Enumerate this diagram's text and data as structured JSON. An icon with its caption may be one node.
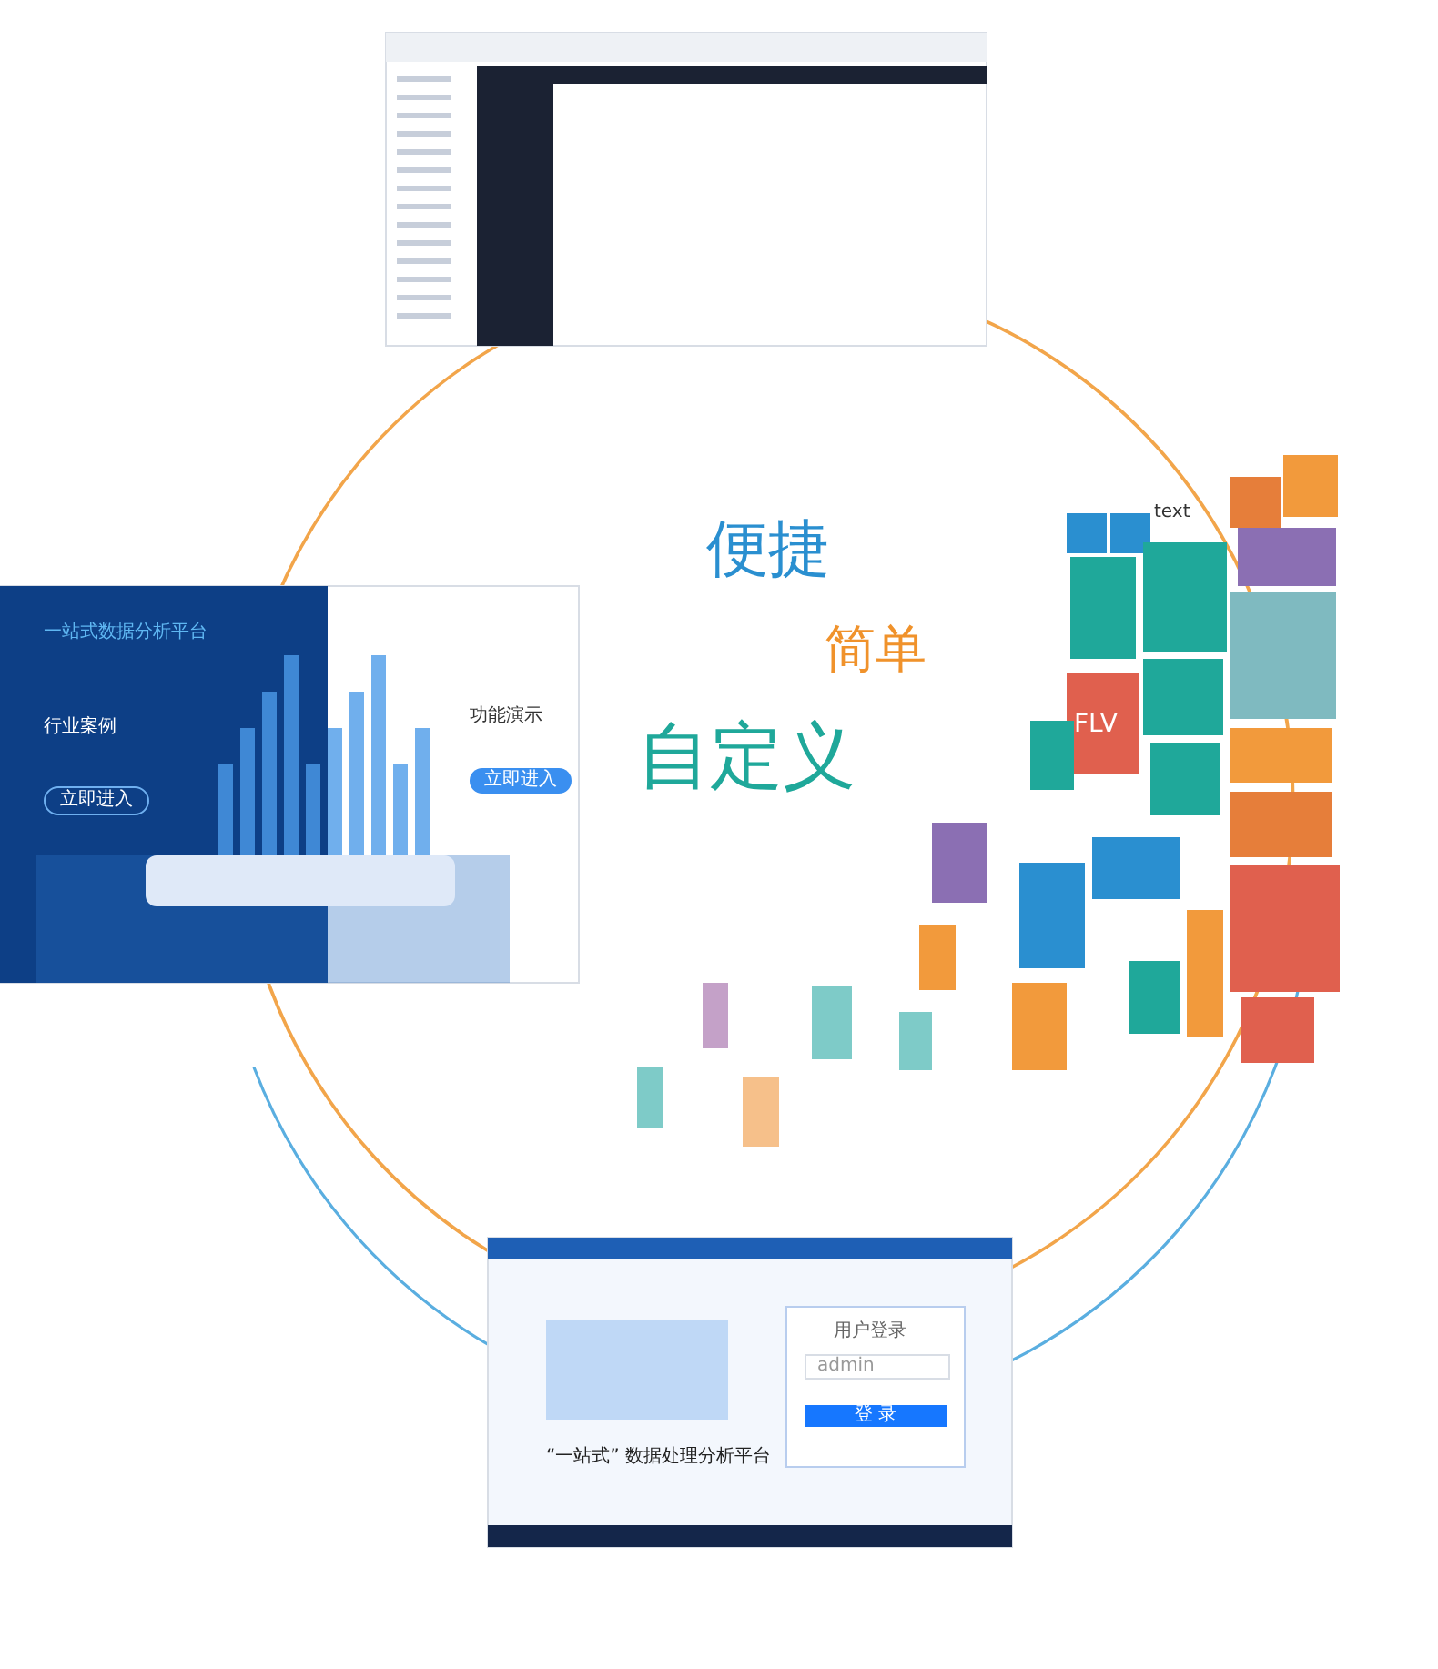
{
  "diagram": {
    "labels": [
      "便捷",
      "简单",
      "自定义",
      "一站式数据分析平台",
      "行业案例",
      "立即进入",
      "功能演示",
      "立即进入",
      "用户登录",
      "admin",
      "登 录",
      "“一站式” 数据处理分析平台",
      "text",
      "FLV"
    ]
  }
}
